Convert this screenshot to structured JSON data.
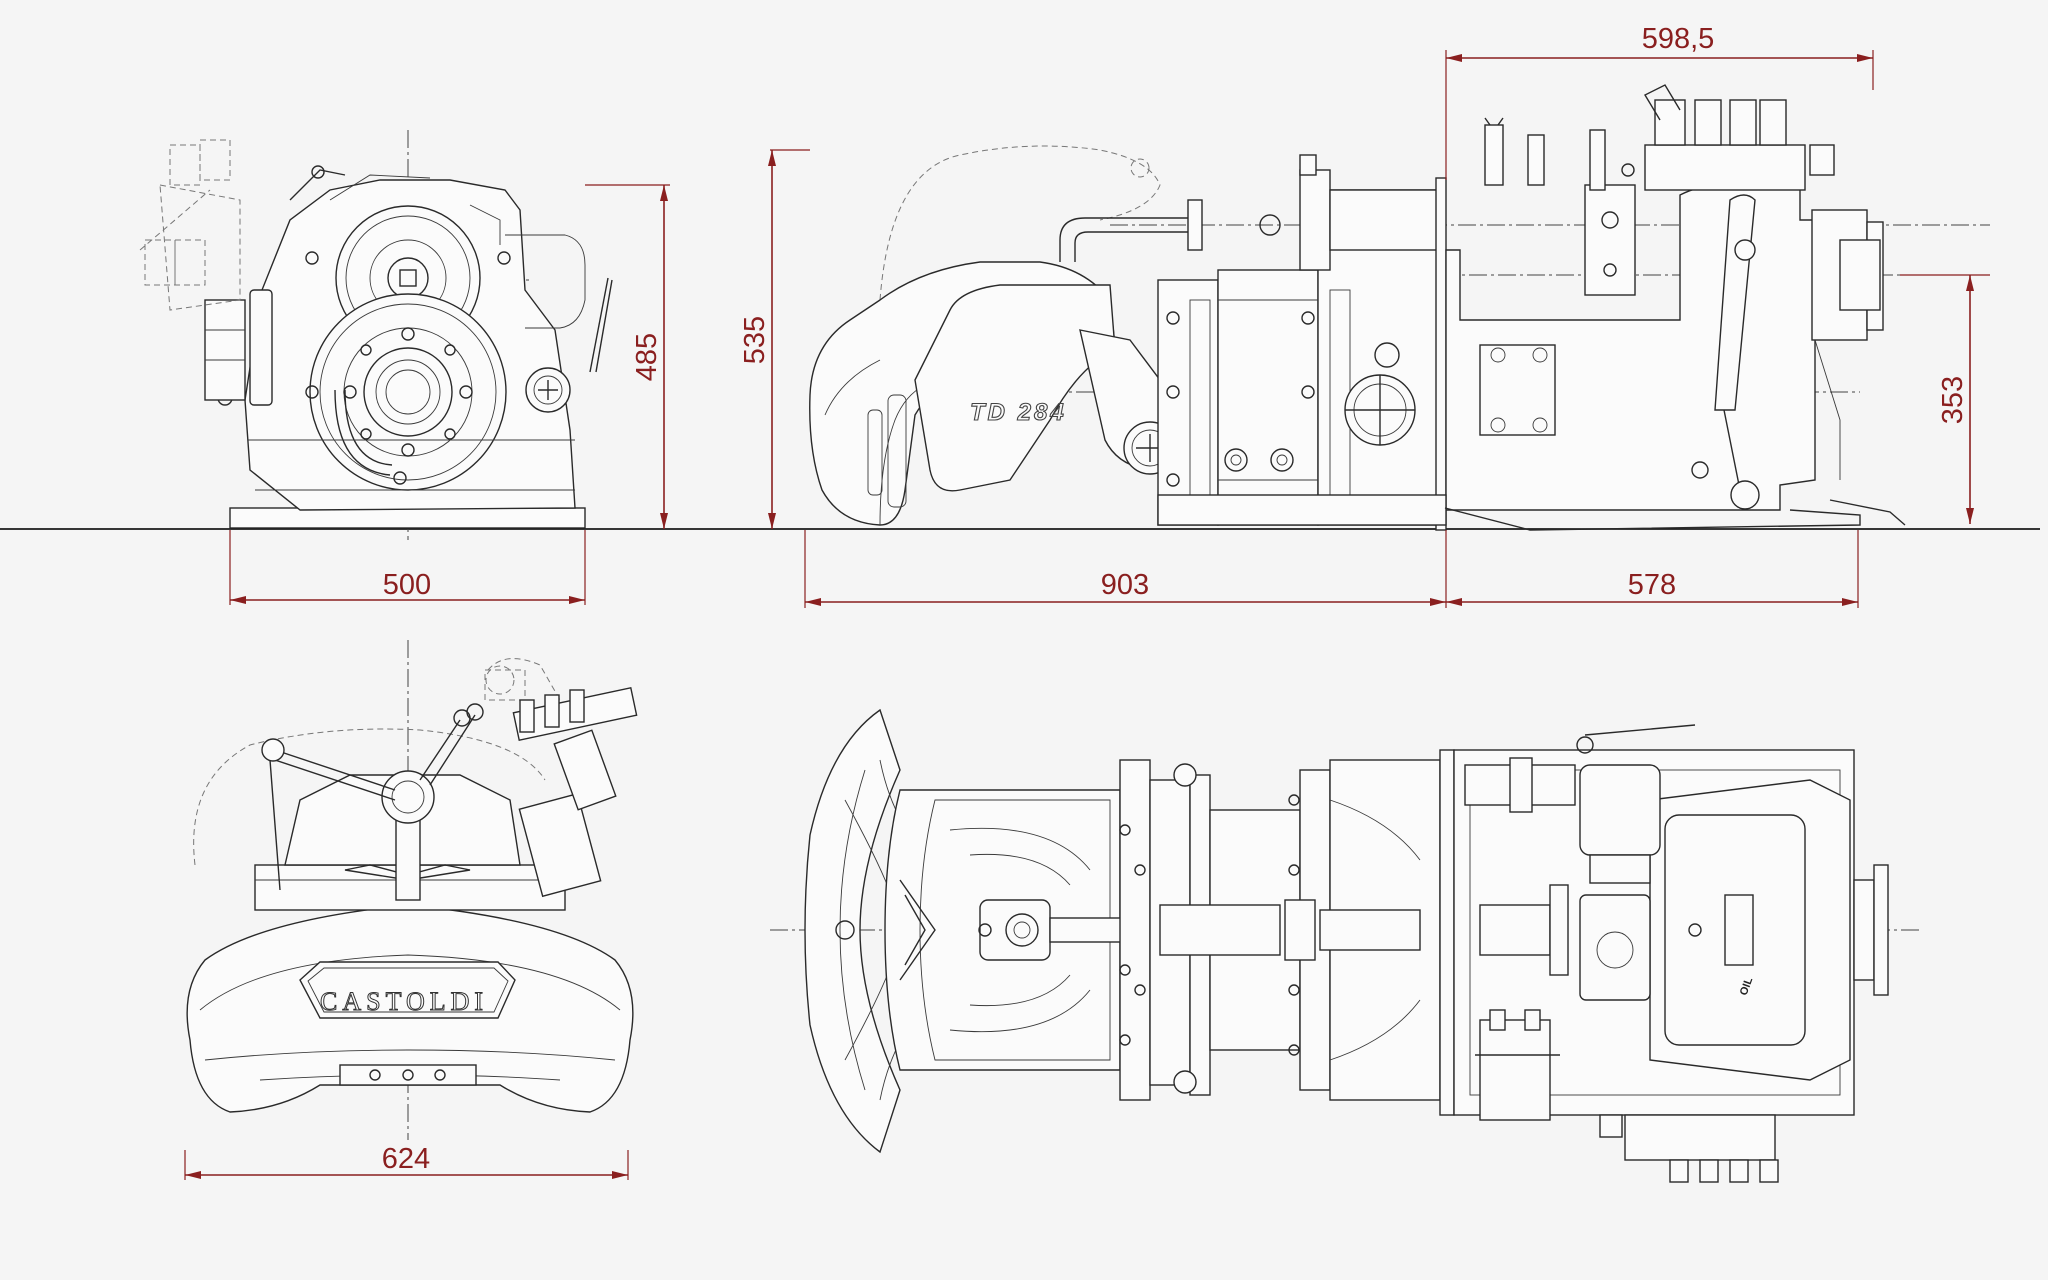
{
  "drawing": {
    "dimensions": {
      "front_width": "500",
      "front_height": "485",
      "side_height": "535",
      "side_length_front": "903",
      "side_length_rear": "578",
      "top_rear_length": "598,5",
      "shaft_height": "353",
      "rear_width": "624"
    },
    "labels": {
      "brand_logo": "CASTOLDI",
      "model_mark": "TD 284",
      "oil_plate": "OIL"
    },
    "colors": {
      "background": "#f5f5f5",
      "linework": "#2a2a2a",
      "dimension": "#8a1f1f"
    }
  }
}
